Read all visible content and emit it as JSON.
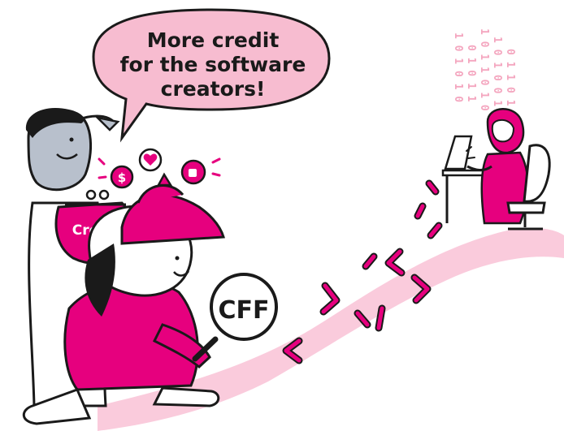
{
  "speech_bubble": {
    "line1": "More credit",
    "line2": "for the software",
    "line3": "creators!"
  },
  "purse_label": "Credit",
  "magnifier_label": "CFF",
  "binary_columns": [
    "1 0 1 0 1 0",
    "0 1 0 1 1",
    "1 0 1 1 0 1 0",
    "1 0 1 0 0 1",
    "0 1 1 0 1 0"
  ],
  "colors": {
    "accent": "#e6007e",
    "accent_light": "#f9c2d6",
    "bubble": "#f7bcd0",
    "skin_gray": "#b8c0cc",
    "ink": "#1a1a1a"
  }
}
